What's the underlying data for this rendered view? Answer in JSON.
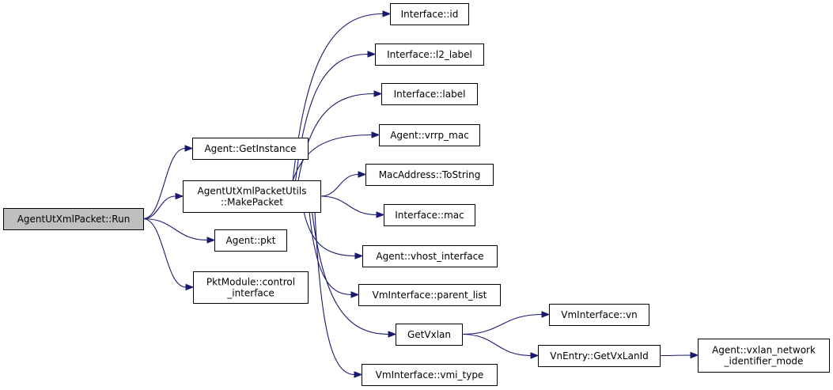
{
  "colors": {
    "edge": "#191970",
    "root_fill": "#bfbfbf",
    "node_fill": "#ffffff",
    "border": "#000000"
  },
  "nodes": [
    {
      "id": "run",
      "root": true,
      "lines": [
        "AgentUtXmlPacket::Run"
      ]
    },
    {
      "id": "getinstance",
      "lines": [
        "Agent::GetInstance"
      ]
    },
    {
      "id": "makepacket",
      "lines": [
        "AgentUtXmlPacketUtils",
        "::MakePacket"
      ]
    },
    {
      "id": "pkt",
      "lines": [
        "Agent::pkt"
      ]
    },
    {
      "id": "control_interface",
      "lines": [
        "PktModule::control",
        "_interface"
      ]
    },
    {
      "id": "iface_id",
      "lines": [
        "Interface::id"
      ]
    },
    {
      "id": "iface_l2_label",
      "lines": [
        "Interface::l2_label"
      ]
    },
    {
      "id": "iface_label",
      "lines": [
        "Interface::label"
      ]
    },
    {
      "id": "vrrp_mac",
      "lines": [
        "Agent::vrrp_mac"
      ]
    },
    {
      "id": "mac_tostring",
      "lines": [
        "MacAddress::ToString"
      ]
    },
    {
      "id": "iface_mac",
      "lines": [
        "Interface::mac"
      ]
    },
    {
      "id": "vhost_interface",
      "lines": [
        "Agent::vhost_interface"
      ]
    },
    {
      "id": "parent_list",
      "lines": [
        "VmInterface::parent_list"
      ]
    },
    {
      "id": "getvxlan",
      "lines": [
        "GetVxlan"
      ]
    },
    {
      "id": "vmi_type",
      "lines": [
        "VmInterface::vmi_type"
      ]
    },
    {
      "id": "vmi_vn",
      "lines": [
        "VmInterface::vn"
      ]
    },
    {
      "id": "getvxlanid",
      "lines": [
        "VnEntry::GetVxLanId"
      ]
    },
    {
      "id": "vxlan_mode",
      "lines": [
        "Agent::vxlan_network",
        "_identifier_mode"
      ]
    }
  ],
  "edges": [
    [
      "run",
      "getinstance"
    ],
    [
      "run",
      "makepacket"
    ],
    [
      "run",
      "pkt"
    ],
    [
      "run",
      "control_interface"
    ],
    [
      "makepacket",
      "iface_id"
    ],
    [
      "makepacket",
      "iface_l2_label"
    ],
    [
      "makepacket",
      "iface_label"
    ],
    [
      "makepacket",
      "vrrp_mac"
    ],
    [
      "makepacket",
      "mac_tostring"
    ],
    [
      "makepacket",
      "iface_mac"
    ],
    [
      "makepacket",
      "vhost_interface"
    ],
    [
      "makepacket",
      "parent_list"
    ],
    [
      "makepacket",
      "getvxlan"
    ],
    [
      "makepacket",
      "vmi_type"
    ],
    [
      "getvxlan",
      "vmi_vn"
    ],
    [
      "getvxlan",
      "getvxlanid"
    ],
    [
      "getvxlanid",
      "vxlan_mode"
    ]
  ]
}
